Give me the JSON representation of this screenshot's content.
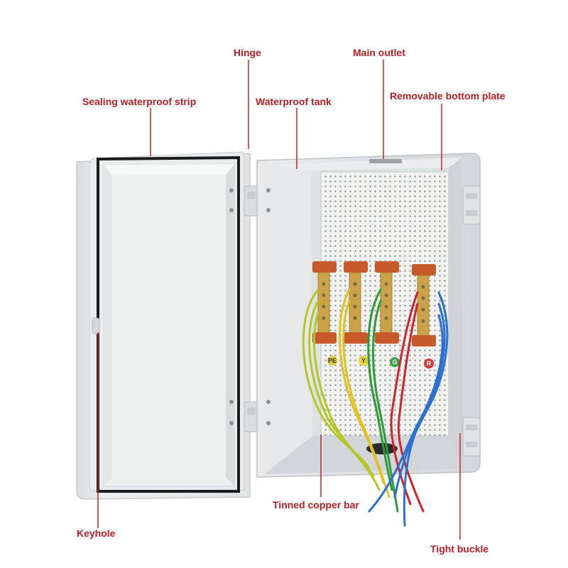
{
  "labels": {
    "hinge": "Hinge",
    "main_outlet": "Main outlet",
    "sealing_strip": "Sealing waterproof strip",
    "waterproof_tank": "Waterproof tank",
    "removable_plate": "Removable bottom plate",
    "tinned_copper_bar": "Tinned copper bar",
    "keyhole": "Keyhole",
    "tight_buckle": "Tight buckle"
  },
  "terminal_marks": [
    "PE",
    "Y",
    "G",
    "R"
  ],
  "colors": {
    "label_red": "#b51f24",
    "leader_red": "#c0272d",
    "enclosure_grey": "#e4e6e7",
    "panel_grey": "#f0f0ee",
    "gasket_black": "#1b1b1b",
    "terminal_orange": "#c75a2b",
    "copper": "#c9a24a",
    "wire_yellow_green": "#b5c728",
    "wire_yellow": "#e0c224",
    "wire_green": "#2f9a3b",
    "wire_red": "#d0242b",
    "wire_blue": "#2a6fd1"
  }
}
